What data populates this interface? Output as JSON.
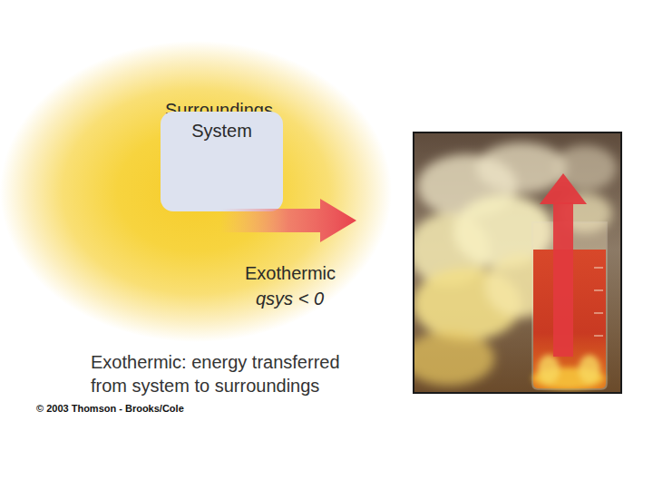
{
  "diagram": {
    "caption": "Exothermic: energy transferred from system to surroundings",
    "nodes": [
      {
        "text": [
          "Surroundings"
        ]
      },
      {
        "text": [
          "System"
        ],
        "in": 0
      }
    ],
    "labels": [
      "Exothermic",
      "qsys < 0",
      "© 2003 Thomson - Brooks/Cole"
    ]
  }
}
